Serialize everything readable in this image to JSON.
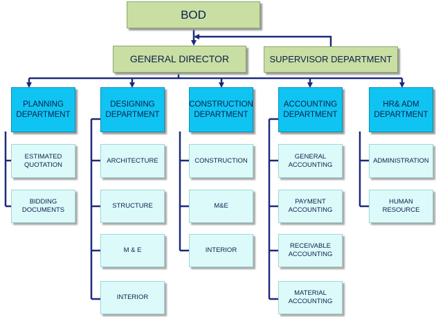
{
  "bod": "BOD",
  "general_director": "GENERAL DIRECTOR",
  "supervisor": "SUPERVISOR DEPARTMENT",
  "colors": {
    "top_box": "#c9dea3",
    "department": "#0fc4f2",
    "sub_unit": "#dcfafa",
    "connector": "#1c2a7a"
  },
  "departments": [
    {
      "name": "PLANNING DEPARTMENT",
      "units": [
        "ESTIMATED QUOTATION",
        "BIDDING DOCUMENTS"
      ]
    },
    {
      "name": "DESIGNING DEPARTMENT",
      "units": [
        "ARCHITECTURE",
        "STRUCTURE",
        "M & E",
        "INTERIOR"
      ]
    },
    {
      "name": "CONSTRUCTION DEPARTMENT",
      "units": [
        "CONSTRUCTION",
        "M&E",
        "INTERIOR"
      ]
    },
    {
      "name": "ACCOUNTING DEPARTMENT",
      "units": [
        "GENERAL ACCOUNTING",
        "PAYMENT ACCOUNTING",
        "RECEIVABLE ACCOUNTING",
        "MATERIAL ACCOUNTING"
      ]
    },
    {
      "name": "HR& ADM DEPARTMENT",
      "units": [
        "ADMINISTRATION",
        "HUMAN RESOURCE"
      ]
    }
  ]
}
